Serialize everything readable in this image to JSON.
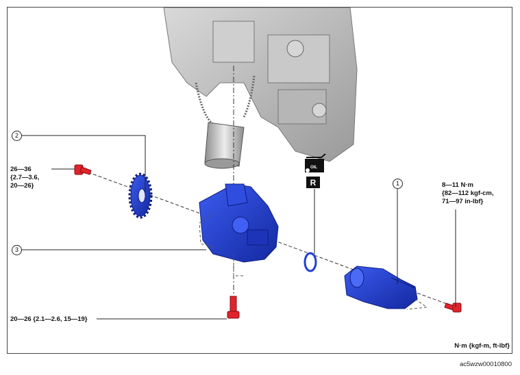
{
  "callouts": {
    "n1": "1",
    "n2": "2",
    "n3": "3"
  },
  "torques": {
    "t_left_1": "26—36",
    "t_left_2": "{2.7—3.6,",
    "t_left_3": "20—26}",
    "t_right_1": "8—11 N·m",
    "t_right_2": "{82—112 kgf-cm,",
    "t_right_3": "71—97 in-lbf}",
    "t_bottom": "20—26 {2.1—2.6, 15—19}"
  },
  "symbols": {
    "oil_text": "OIL",
    "replace_letter": "R"
  },
  "units_note": "N·m {kgf-m, ft-lbf}",
  "figure_code": "ac5wzw00010800",
  "colors": {
    "part_blue": "#2038c8",
    "bolt_red": "#e0242c",
    "engine_gray": "#bfbfbf"
  }
}
